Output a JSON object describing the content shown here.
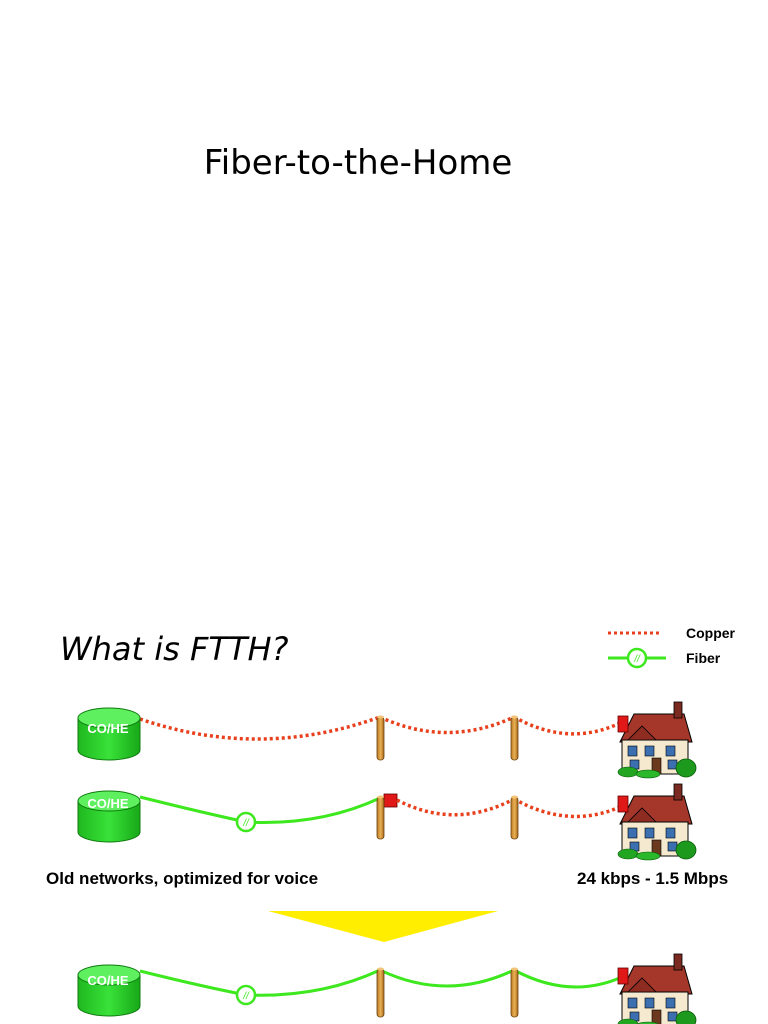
{
  "slide1": {
    "title": "Fiber-to-the-Home"
  },
  "slide2": {
    "title": "What is FTTH?",
    "legend": [
      {
        "label": "Copper",
        "style": "dotted",
        "color": "#e8401c"
      },
      {
        "label": "Fiber",
        "style": "solid",
        "color": "#3ee81e",
        "marker": "//"
      }
    ],
    "node_label": "CO/HE",
    "fiber_marker": "//",
    "caption_left": "Old networks, optimized for voice",
    "caption_right": "24 kbps - 1.5 Mbps"
  },
  "colors": {
    "copper": "#e8401c",
    "fiber": "#3ee81e",
    "node_green": "#2fd82f",
    "pole": "#d99a3a",
    "arrow": "#ffee00",
    "splice_box": "#e01818"
  }
}
